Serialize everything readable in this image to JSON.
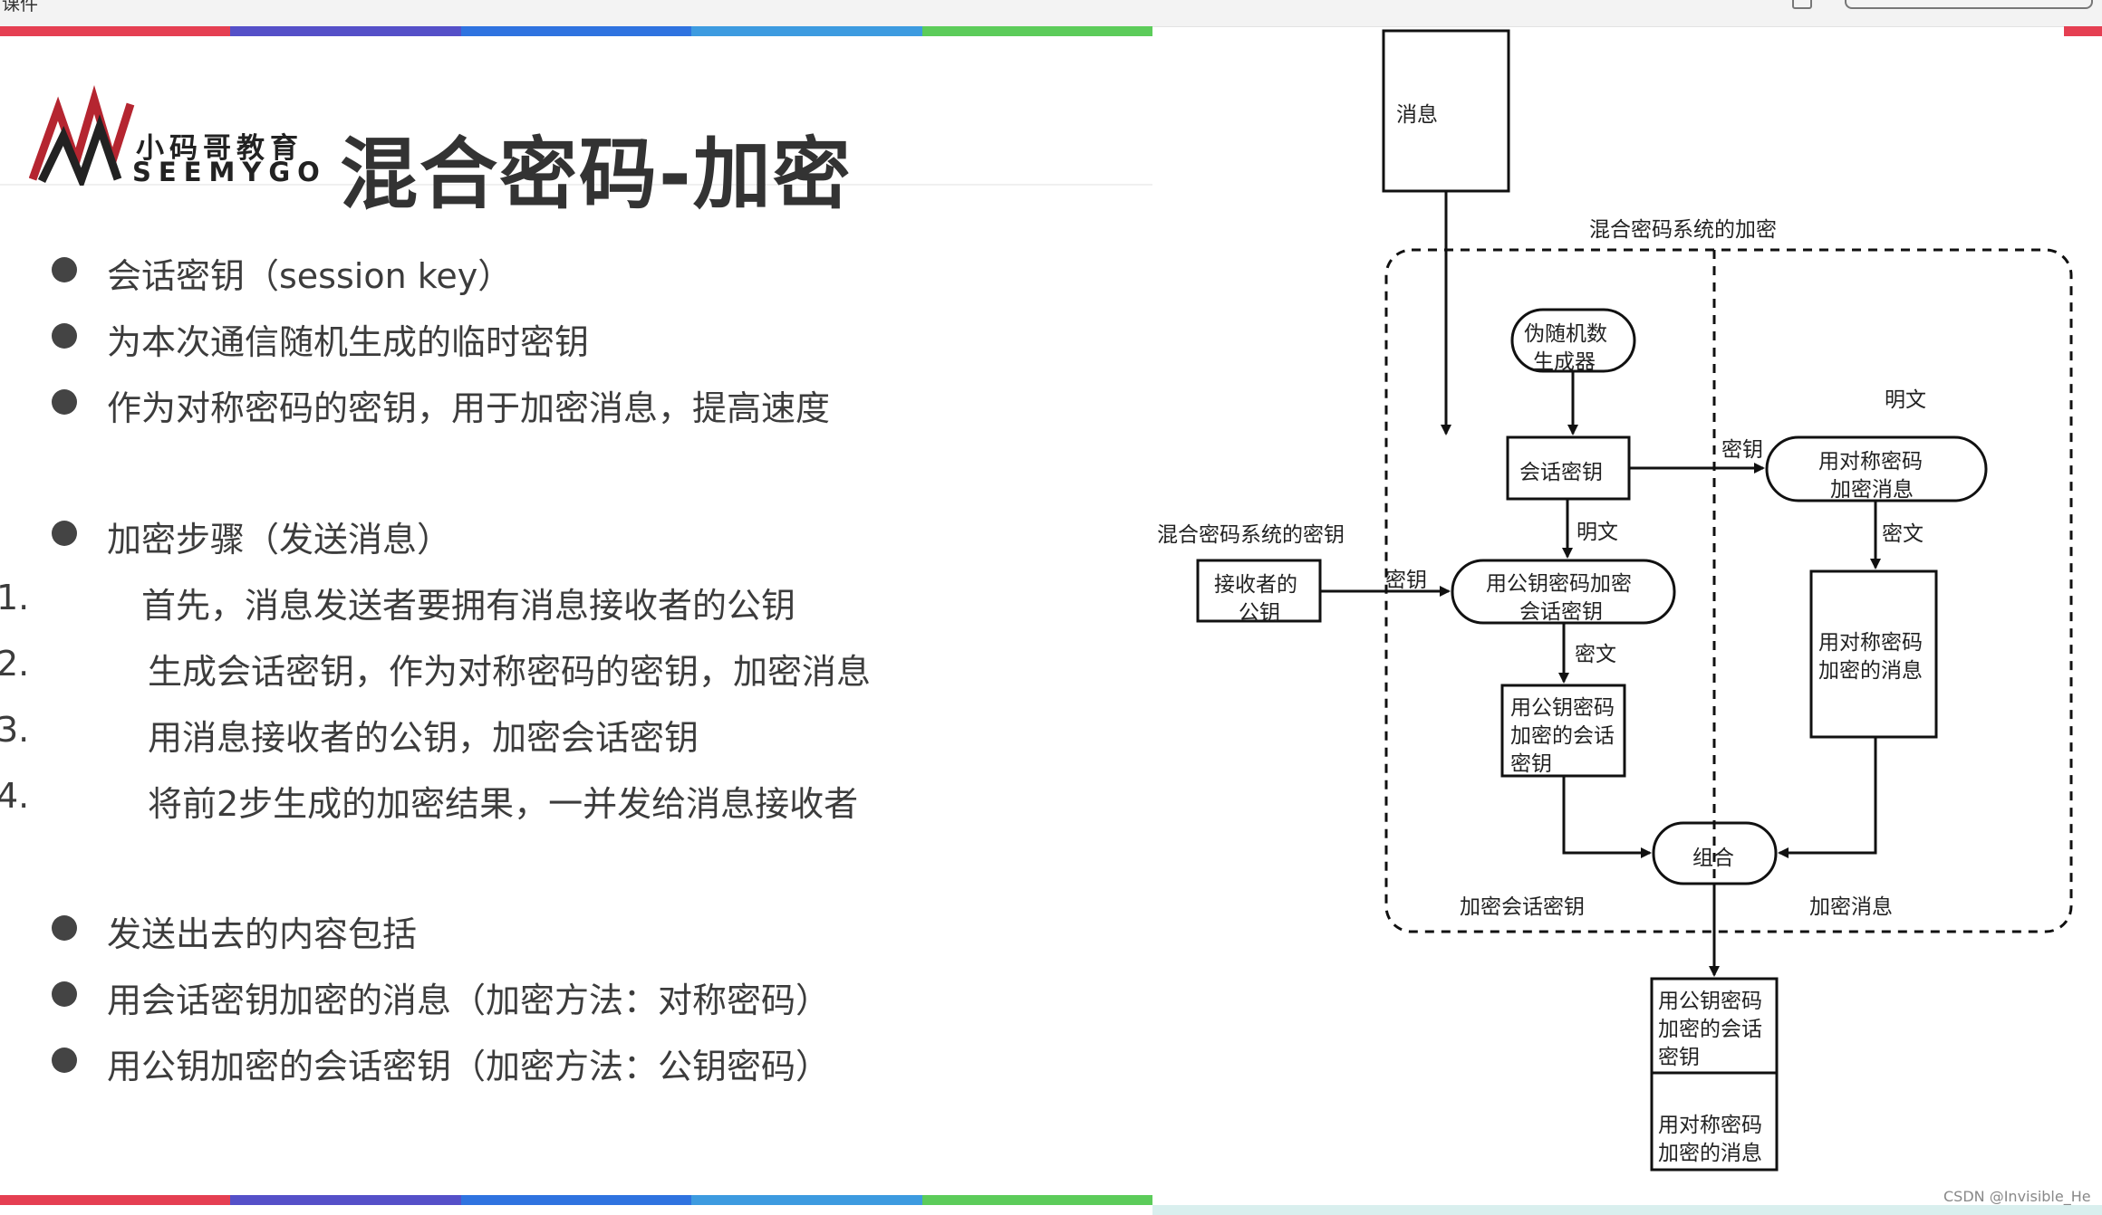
{
  "window": {
    "title": "课件"
  },
  "slide": {
    "title": "混合密码-加密",
    "logo": {
      "cn": "小码哥教育",
      "en": "SEEMYGO"
    },
    "bullets_top": [
      "会话密钥（session key）",
      "为本次通信随机生成的临时密钥",
      "作为对称密码的密钥，用于加密消息，提高速度"
    ],
    "steps_heading": "加密步骤（发送消息）",
    "steps": [
      {
        "num": "1.",
        "text": "首先，消息发送者要拥有消息接收者的公钥"
      },
      {
        "num": "2.",
        "text": "生成会话密钥，作为对称密码的密钥，加密消息"
      },
      {
        "num": "3.",
        "text": "用消息接收者的公钥，加密会话密钥"
      },
      {
        "num": "4.",
        "text": "将前2步生成的加密结果，一并发给消息接收者"
      }
    ],
    "bullets_bottom": [
      "发送出去的内容包括",
      "用会话密钥加密的消息（加密方法：对称密码）",
      "用公钥加密的会话密钥（加密方法：公钥密码）"
    ]
  },
  "diagram": {
    "message": "消息",
    "system_encrypt": "混合密码系统的加密",
    "system_key": "混合密码系统的密钥",
    "prng": [
      "伪随机数",
      "生成器"
    ],
    "session_key": "会话密钥",
    "receiver_pubkey": [
      "接收者的",
      "公钥"
    ],
    "pk_encrypt_session": [
      "用公钥密码加密",
      "会话密钥"
    ],
    "pk_encrypted_session": [
      "用公钥密码",
      "加密的会话",
      "密钥"
    ],
    "sym_encrypt": [
      "用对称密码",
      "加密消息"
    ],
    "sym_encrypted": [
      "用对称密码",
      "加密的消息"
    ],
    "combine": "组合",
    "encrypt_session_region": "加密会话密钥",
    "encrypt_message_region": "加密消息",
    "label_plaintext": "明文",
    "label_key": "密钥",
    "label_ciphertext": "密文",
    "output_top": [
      "用公钥密码",
      "加密的会话",
      "密钥"
    ],
    "output_bottom": [
      "用对称密码",
      "加密的消息"
    ]
  },
  "watermark": "CSDN @Invisible_He",
  "colors": {
    "stripe": [
      "#e53f52",
      "#5550c8",
      "#2f73e0",
      "#3d9be0",
      "#5ccc5a"
    ],
    "text": "#3c3c3c"
  }
}
